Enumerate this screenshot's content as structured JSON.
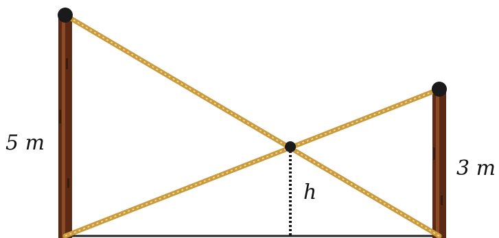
{
  "labels": {
    "left_pole_height": "5 m",
    "right_pole_height": "3 m",
    "intersection_height": "h"
  },
  "colors": {
    "rope": "#d1a84f",
    "rope_stripe": "#f0d88c",
    "pole": "#5a2a14",
    "pole_highlight": "#8a4a24",
    "knob": "#1a1a1a",
    "ground": "#222222",
    "dashed_line": "#111111"
  }
}
